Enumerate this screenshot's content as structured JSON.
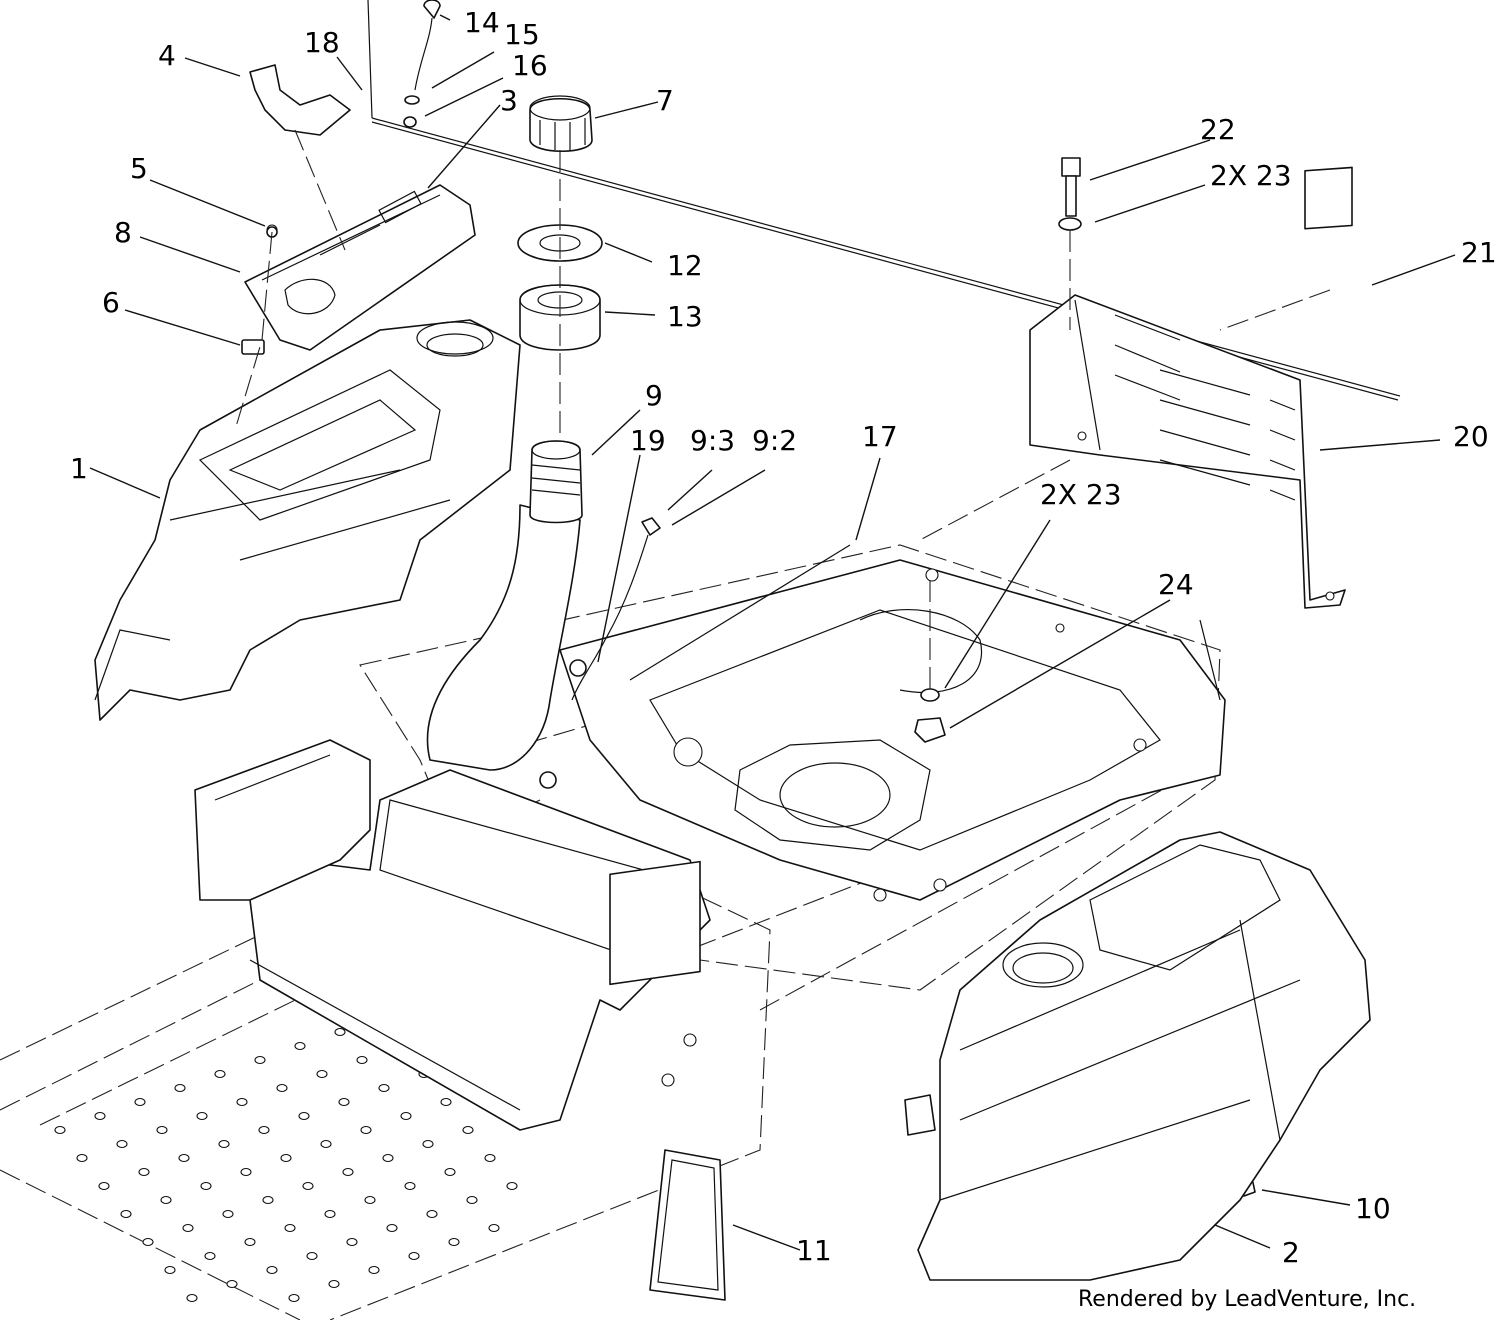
{
  "diagram": {
    "callouts": [
      {
        "id": "c4",
        "text": "4"
      },
      {
        "id": "c18",
        "text": "18"
      },
      {
        "id": "c14",
        "text": "14"
      },
      {
        "id": "c15",
        "text": "15"
      },
      {
        "id": "c16",
        "text": "16"
      },
      {
        "id": "c3",
        "text": "3"
      },
      {
        "id": "c7",
        "text": "7"
      },
      {
        "id": "c5",
        "text": "5"
      },
      {
        "id": "c8",
        "text": "8"
      },
      {
        "id": "c6",
        "text": "6"
      },
      {
        "id": "c12",
        "text": "12"
      },
      {
        "id": "c13",
        "text": "13"
      },
      {
        "id": "c22",
        "text": "22"
      },
      {
        "id": "c2x23a",
        "text": "2X 23"
      },
      {
        "id": "c21",
        "text": "21"
      },
      {
        "id": "c20",
        "text": "20"
      },
      {
        "id": "c1",
        "text": "1"
      },
      {
        "id": "c9",
        "text": "9"
      },
      {
        "id": "c19",
        "text": "19"
      },
      {
        "id": "c93",
        "text": "9:3"
      },
      {
        "id": "c92",
        "text": "9:2"
      },
      {
        "id": "c17",
        "text": "17"
      },
      {
        "id": "c2x23b",
        "text": "2X 23"
      },
      {
        "id": "c24",
        "text": "24"
      },
      {
        "id": "c10",
        "text": "10"
      },
      {
        "id": "c11",
        "text": "11"
      },
      {
        "id": "c2",
        "text": "2"
      }
    ],
    "credit": "Rendered by LeadVenture, Inc."
  }
}
